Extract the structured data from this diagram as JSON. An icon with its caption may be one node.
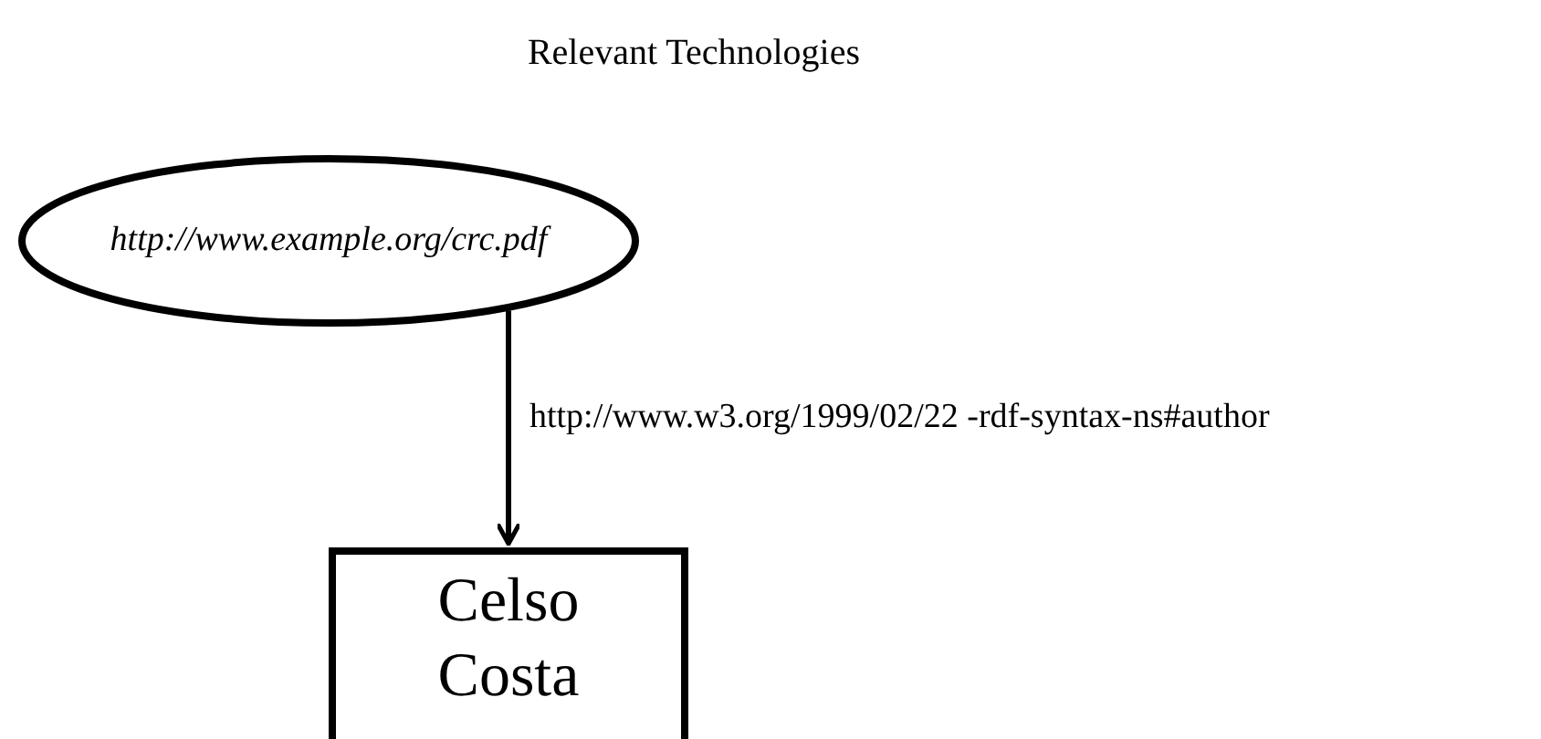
{
  "diagram": {
    "title": "Relevant Technologies",
    "nodes": [
      {
        "text": [
          "http://www.example.org/crc.pdf"
        ]
      },
      {
        "text": [
          "Celso Costa"
        ]
      }
    ],
    "edges": [
      {
        "from": 0,
        "to": 1,
        "arrow": "to",
        "label": "http://www.w3.org/1999/02/22 -rdf-syntax-ns#author"
      }
    ]
  }
}
